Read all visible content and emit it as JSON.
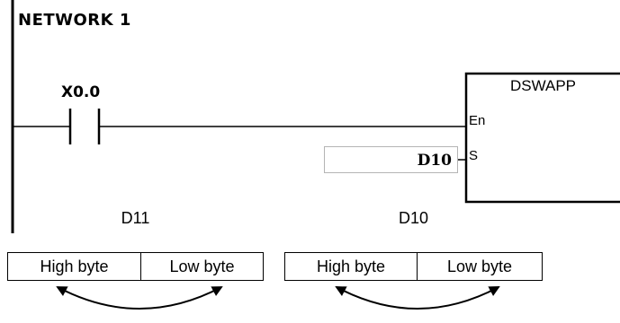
{
  "network": {
    "title": "NETWORK 1",
    "contact_label": "X0.0",
    "block": {
      "name": "DSWAPP",
      "pins": [
        "En",
        "S"
      ],
      "operand": "D10"
    }
  },
  "registers": [
    {
      "name": "D11",
      "bytes": [
        "High byte",
        "Low byte"
      ]
    },
    {
      "name": "D10",
      "bytes": [
        "High byte",
        "Low byte"
      ]
    }
  ]
}
